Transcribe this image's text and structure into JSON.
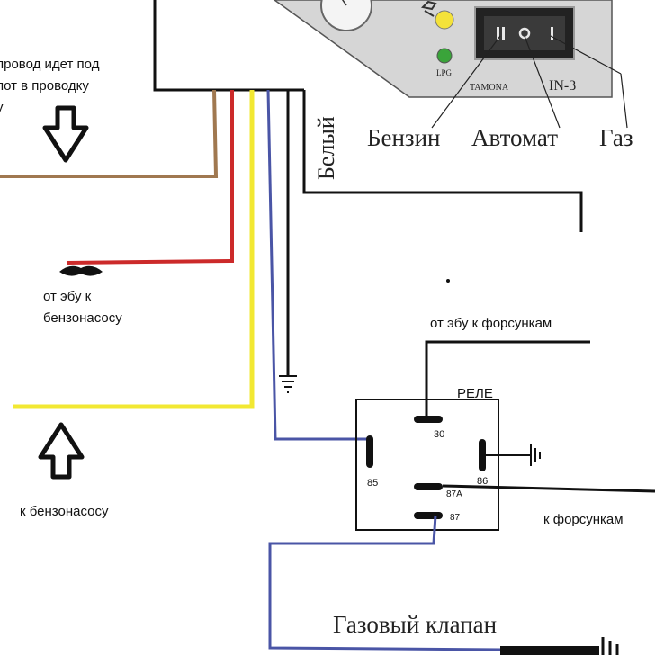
{
  "labels": {
    "wire_note_line1": "провод идет под",
    "wire_note_line2": "пот в проводку",
    "wire_note_line3": "у",
    "from_ecu_pump_line1": "от эбу к",
    "from_ecu_pump_line2": "бензонасосу",
    "to_pump": "к бензонасосу",
    "from_ecu_injectors": "от эбу к форсункам",
    "relay_title": "РЕЛЕ",
    "to_injectors": "к форсункам",
    "gas_valve": "Газовый клапан",
    "white_wire": "Белый",
    "mode_petrol": "Бензин",
    "mode_auto": "Автомат",
    "mode_gas": "Газ"
  },
  "relay_pins": {
    "p30": "30",
    "p85": "85",
    "p86": "86",
    "p87a": "87A",
    "p87": "87"
  },
  "switch_panel": {
    "brand": "TAMONA",
    "model": "IN-3",
    "led_label": "LPG"
  },
  "colors": {
    "brown_wire": "#a07850",
    "red_wire": "#cc2a2a",
    "yellow_wire": "#f2e832",
    "blue_wire": "#4a55a6",
    "black_wire": "#111111",
    "panel": "#d6d6d6"
  }
}
